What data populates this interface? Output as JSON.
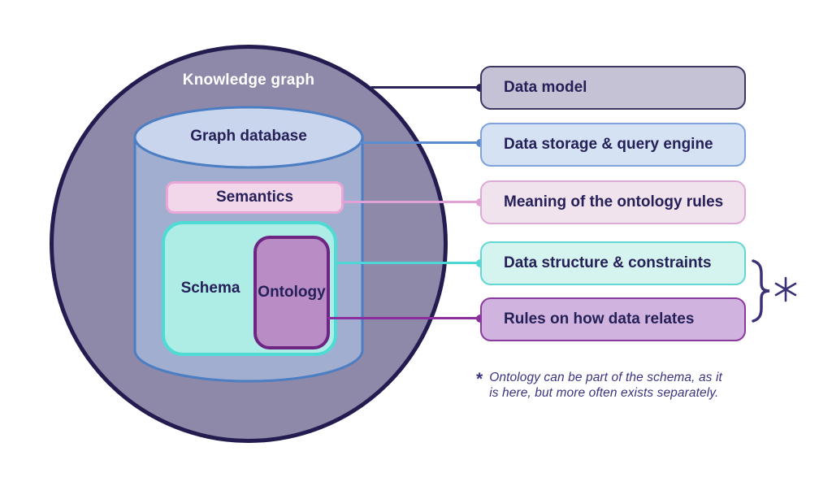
{
  "knowledge_graph": {
    "label": "Knowledge graph",
    "fill": "#8e88a9",
    "border": "#231c51",
    "label_color": "#ffffff"
  },
  "graph_database": {
    "label": "Graph database",
    "body_fill": "#a2aed0",
    "top_fill": "#c9d5ec",
    "border": "#4b7ec2"
  },
  "semantics": {
    "label": "Semantics",
    "fill": "#f2d7ea",
    "border": "#e9a6d6"
  },
  "schema": {
    "label": "Schema",
    "fill": "#aeece6",
    "border": "#4edbd3"
  },
  "ontology": {
    "label": "Ontology",
    "fill": "#b98cc6",
    "border": "#6d2483"
  },
  "annotations": [
    {
      "label": "Data model",
      "fill": "#c6c2d5",
      "border": "#3d3861",
      "line": "#2b2459"
    },
    {
      "label": "Data storage & query engine",
      "fill": "#d5e2f3",
      "border": "#7fa3da",
      "line": "#5c8cd0"
    },
    {
      "label": "Meaning of the ontology rules",
      "fill": "#f1e3ee",
      "border": "#dcaad4",
      "line": "#e2a2d6"
    },
    {
      "label": "Data structure & constraints",
      "fill": "#d5f3ef",
      "border": "#63d8d2",
      "line": "#4fd6d6"
    },
    {
      "label": "Rules on how data relates",
      "fill": "#d0b3de",
      "border": "#8b3a9e",
      "line": "#8b2f9e"
    }
  ],
  "brace": {
    "color": "#3a3176"
  },
  "asterisk": {
    "color": "#3a3176"
  },
  "footnote": {
    "marker": "*",
    "line1": "Ontology can be part of the schema, as it",
    "line2": "is here, but more often exists separately.",
    "color": "#3a3480"
  }
}
